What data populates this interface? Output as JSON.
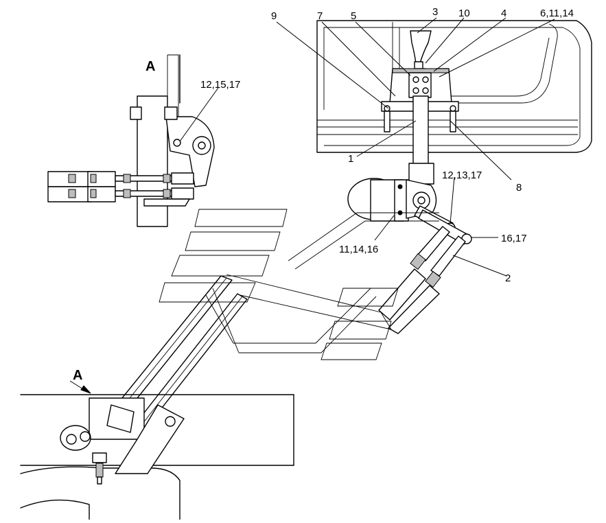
{
  "diagram": {
    "view_label": "A",
    "arrow_label": "A",
    "callouts": {
      "c1": "1",
      "c2": "2",
      "c3": "3",
      "c4": "4",
      "c5": "5",
      "c6_11_14": "6,11,14",
      "c7": "7",
      "c8": "8",
      "c9": "9",
      "c10": "10",
      "c11_14_16": "11,14,16",
      "c12_13_17": "12,13,17",
      "c12_15_17": "12,15,17",
      "c16_17": "16,17"
    }
  }
}
